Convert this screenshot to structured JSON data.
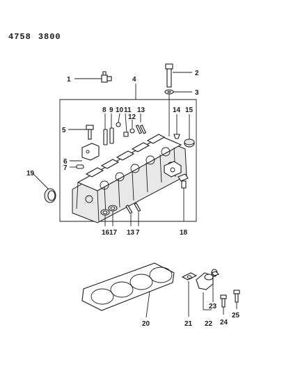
{
  "header": {
    "group_code": "4758",
    "part_code": "3800"
  },
  "callouts": [
    {
      "id": "c1",
      "text": "1"
    },
    {
      "id": "c2",
      "text": "2"
    },
    {
      "id": "c3",
      "text": "3"
    },
    {
      "id": "c4",
      "text": "4"
    },
    {
      "id": "c5",
      "text": "5"
    },
    {
      "id": "c6",
      "text": "6"
    },
    {
      "id": "c7",
      "text": "7"
    },
    {
      "id": "c8",
      "text": "8"
    },
    {
      "id": "c9",
      "text": "9"
    },
    {
      "id": "c10",
      "text": "10"
    },
    {
      "id": "c11",
      "text": "11"
    },
    {
      "id": "c12",
      "text": "12"
    },
    {
      "id": "c13",
      "text": "13"
    },
    {
      "id": "c14",
      "text": "14"
    },
    {
      "id": "c15",
      "text": "15"
    },
    {
      "id": "c16",
      "text": "16"
    },
    {
      "id": "c17",
      "text": "17"
    },
    {
      "id": "c18",
      "text": "18"
    },
    {
      "id": "c19",
      "text": "19"
    },
    {
      "id": "c20",
      "text": "20"
    },
    {
      "id": "c21",
      "text": "21"
    },
    {
      "id": "c22",
      "text": "22"
    },
    {
      "id": "c23",
      "text": "23"
    },
    {
      "id": "c24",
      "text": "24"
    },
    {
      "id": "c25",
      "text": "25"
    },
    {
      "id": "c13b",
      "text": "13"
    },
    {
      "id": "c7b",
      "text": "7"
    }
  ],
  "colors": {
    "ink": "#1a1a1a",
    "background": "#ffffff"
  }
}
